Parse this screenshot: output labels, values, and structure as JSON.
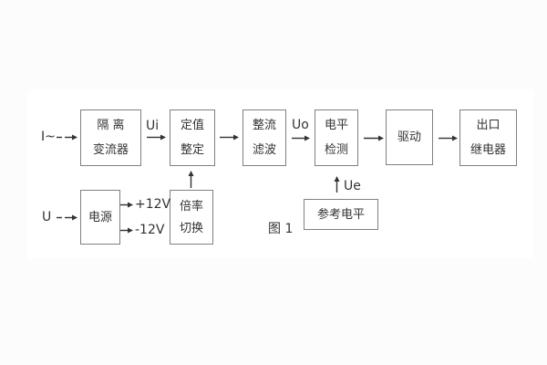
{
  "caption": "图 1",
  "labels": {
    "i_in": "I~",
    "ui": "Ui",
    "uo": "Uo",
    "ue": "Ue",
    "u_in": "U",
    "plus12v": "+12V",
    "minus12v": "-12V"
  },
  "blocks": {
    "isolation": {
      "line1": "隔 离",
      "line2": "变流器"
    },
    "setting": {
      "line1": "定值",
      "line2": "整定"
    },
    "rectifier_filter": {
      "line1": "整流",
      "line2": "滤波"
    },
    "level_detect": {
      "line1": "电平",
      "line2": "检测"
    },
    "drive": {
      "line1": "驱动"
    },
    "output_relay": {
      "line1": "出口",
      "line2": "继电器"
    },
    "power": {
      "line1": "电源"
    },
    "ratio_switch": {
      "line1": "倍率",
      "line2": "切换"
    },
    "reference_level": {
      "line1": "参考电平"
    }
  },
  "colors": {
    "border": "#808080",
    "text": "#333333",
    "arrow": "#333333",
    "page_bg": "#fcfcfc",
    "panel_bg": "#ffffff"
  }
}
